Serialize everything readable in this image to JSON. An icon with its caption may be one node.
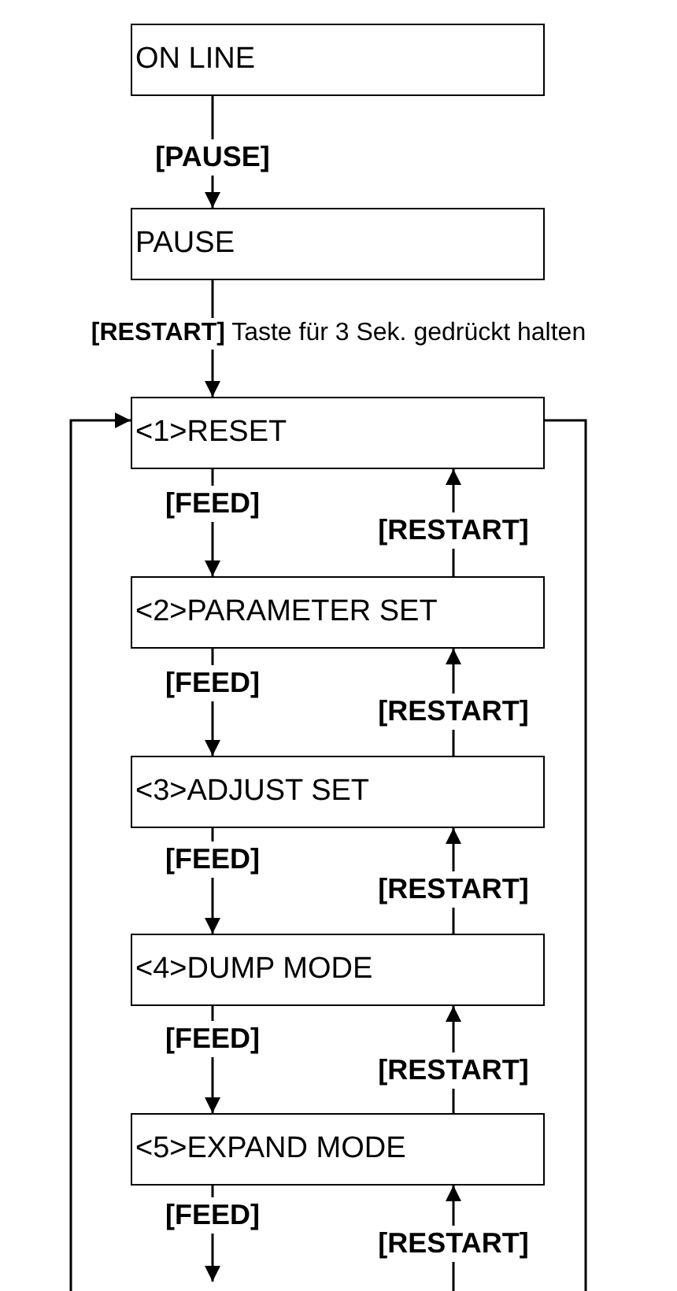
{
  "diagram": {
    "nodes": [
      {
        "text": [
          "ON LINE"
        ]
      },
      {
        "text": [
          "PAUSE"
        ]
      },
      {
        "text": [
          "<1>RESET"
        ]
      },
      {
        "text": [
          "<2>PARAMETER SET"
        ]
      },
      {
        "text": [
          "<3>ADJUST SET"
        ]
      },
      {
        "text": [
          "<4>DUMP MODE"
        ]
      },
      {
        "text": [
          "<5>EXPAND MODE"
        ]
      }
    ],
    "edges": [
      {
        "from": 0,
        "to": 1,
        "arrow": "to",
        "label": "[PAUSE]"
      },
      {
        "from": 1,
        "to": 2,
        "arrow": "to",
        "label": "**[RESTART]** Taste für 3 Sek. gedrückt halten"
      },
      {
        "from": 2,
        "to": 3,
        "arrow": "to",
        "label": "[FEED]"
      },
      {
        "from": 3,
        "to": 2,
        "arrow": "to",
        "label": "[RESTART]"
      },
      {
        "from": 3,
        "to": 4,
        "arrow": "to",
        "label": "[FEED]"
      },
      {
        "from": 4,
        "to": 3,
        "arrow": "to",
        "label": "[RESTART]"
      },
      {
        "from": 4,
        "to": 5,
        "arrow": "to",
        "label": "[FEED]"
      },
      {
        "from": 5,
        "to": 4,
        "arrow": "to",
        "label": "[RESTART]"
      },
      {
        "from": 5,
        "to": 6,
        "arrow": "to",
        "label": "[FEED]"
      },
      {
        "from": 6,
        "to": 5,
        "arrow": "to",
        "label": "[RESTART]"
      },
      {
        "from": 6,
        "to": null,
        "arrow": "to",
        "label": "[FEED]"
      },
      {
        "from": null,
        "to": 6,
        "arrow": "to",
        "label": "[RESTART]"
      },
      {
        "from": null,
        "to": 2,
        "arrow": "to"
      },
      {
        "from": 2,
        "to": null,
        "arrow": "none"
      }
    ]
  }
}
